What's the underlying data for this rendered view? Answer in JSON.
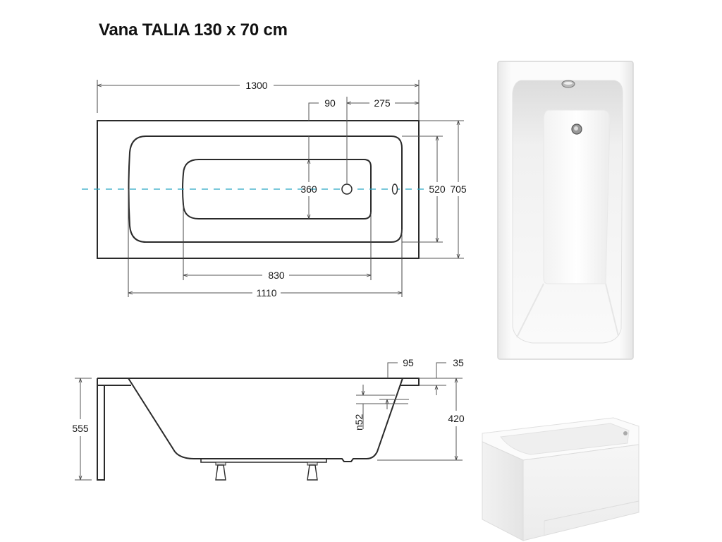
{
  "title": "Vana TALIA 130 x 70 cm",
  "colors": {
    "line": "#2a2a2a",
    "dim_line": "#555555",
    "centerline": "#2aa6c4",
    "text": "#1a1a1a",
    "photo_bg": "#f4f4f4"
  },
  "plan_view": {
    "overall_length": "1300",
    "overflow_offset": "90",
    "drain_offset": "275",
    "inner_bottom_width": "360",
    "inner_top_width": "520",
    "overall_width": "705",
    "inner_bottom_length": "830",
    "inner_top_length": "1110"
  },
  "side_view": {
    "total_height": "555",
    "rim_overhang": "95",
    "rim_thickness": "35",
    "inner_depth": "420",
    "overflow_height": "n52"
  },
  "photos": {
    "top_view": "bathtub-top-view-photo",
    "perspective_view": "bathtub-with-panel-photo"
  }
}
